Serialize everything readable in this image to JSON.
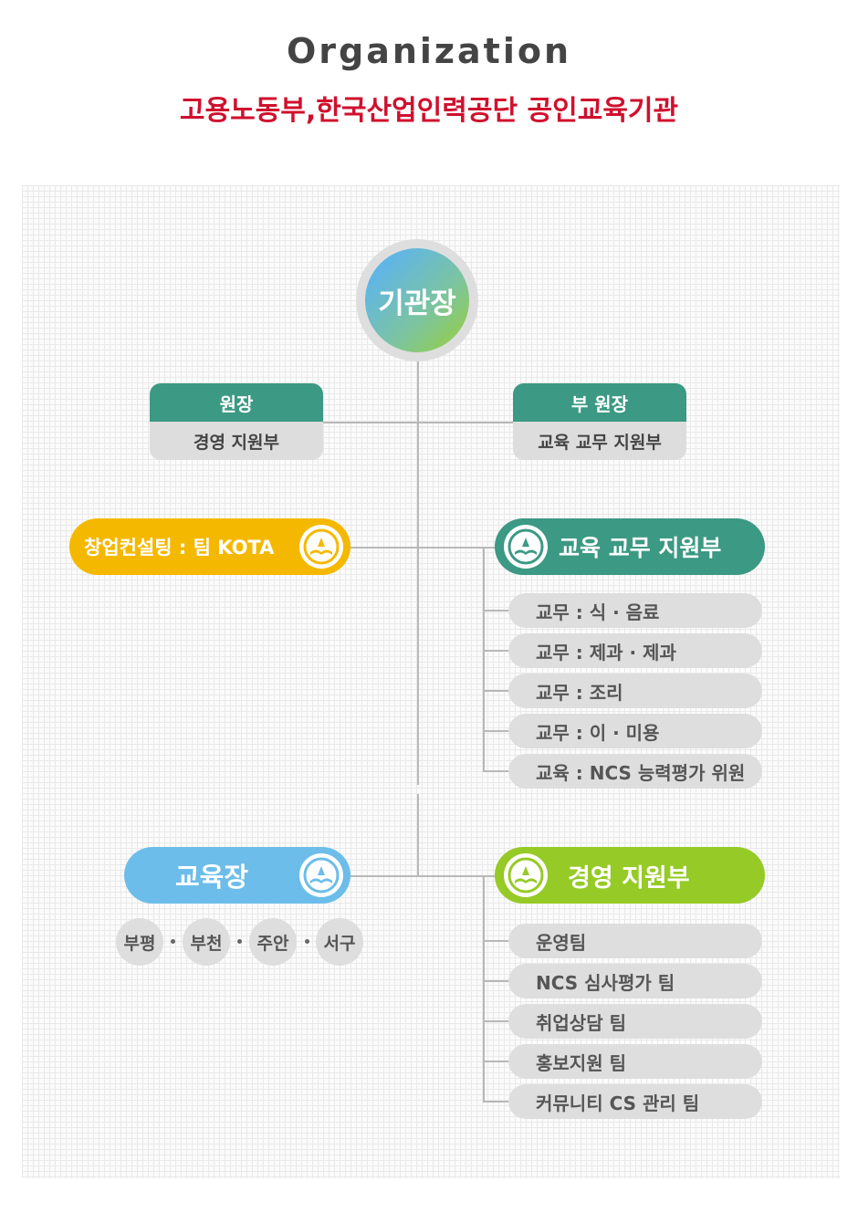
{
  "header": {
    "title": "Organization",
    "subtitle": "고용노동부,한국산업인력공단 공인교육기관"
  },
  "org": {
    "head": "기관장",
    "director": {
      "title": "원장",
      "dept": "경영 지원부"
    },
    "vice_director": {
      "title": "부 원장",
      "dept": "교육 교무 지원부"
    },
    "consulting": {
      "label": "창업컨설팅 : 팀 KOTA",
      "icon": "book-emblem-icon",
      "color": "#f5b800"
    },
    "academic": {
      "label": "교육 교무 지원부",
      "icon": "book-emblem-icon",
      "color": "#3c9983",
      "items": [
        "교무 : 식 · 음료",
        "교무 : 제과 · 제과",
        "교무 : 조리",
        "교무 : 이 · 미용",
        "교육 : NCS 능력평가 위원"
      ]
    },
    "education_chief": {
      "label": "교육장",
      "icon": "book-emblem-icon",
      "color": "#6cbde9",
      "branches": [
        "부평",
        "부천",
        "주안",
        "서구"
      ]
    },
    "management": {
      "label": "경영 지원부",
      "icon": "book-emblem-icon",
      "color": "#96ca26",
      "items": [
        "운영팀",
        "NCS 심사평가 팀",
        "취업상담 팀",
        "홍보지원 팀",
        "커뮤니티 CS 관리 팀"
      ]
    }
  }
}
